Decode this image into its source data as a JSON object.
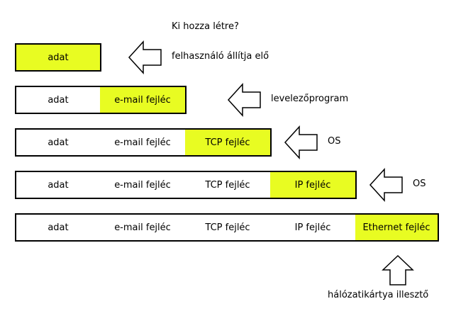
{
  "title": "Ki hozza létre?",
  "highlight_color": "#e8fc22",
  "rows": [
    {
      "cells": [
        "adat"
      ],
      "highlighted": 0,
      "creator": "felhasználó állítja elő"
    },
    {
      "cells": [
        "adat",
        "e-mail fejléc"
      ],
      "highlighted": 1,
      "creator": "levelezőprogram"
    },
    {
      "cells": [
        "adat",
        "e-mail fejléc",
        "TCP fejléc"
      ],
      "highlighted": 2,
      "creator": "OS"
    },
    {
      "cells": [
        "adat",
        "e-mail fejléc",
        "TCP fejléc",
        "IP fejléc"
      ],
      "highlighted": 3,
      "creator": "OS"
    },
    {
      "cells": [
        "adat",
        "e-mail fejléc",
        "TCP fejléc",
        "IP fejléc",
        "Ethernet fejléc"
      ],
      "highlighted": 4,
      "creator": "hálózatikártya illesztő"
    }
  ],
  "icons": {
    "left_arrow": "left-arrow-icon",
    "up_arrow": "up-arrow-icon"
  }
}
